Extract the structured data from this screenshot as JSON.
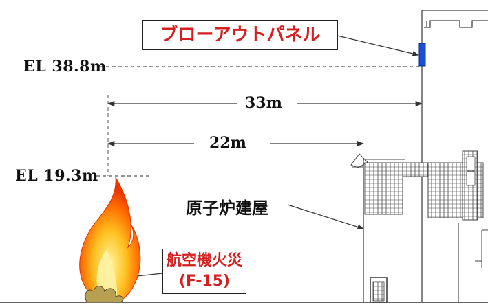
{
  "labels": {
    "blowout_panel": "ブローアウトパネル",
    "el_high": "EL 38.8m",
    "el_low": "EL 19.3m",
    "dim_33": "33m",
    "dim_22": "22m",
    "reactor_building": "原子炉建屋",
    "aircraft_fire_line1": "航空機火災",
    "aircraft_fire_line2": "(F-15)"
  },
  "colors": {
    "callout_text": "#d42020",
    "panel_blue": "#1a4fd6",
    "line": "#333333"
  },
  "icons": {
    "fire": "flame-icon"
  }
}
